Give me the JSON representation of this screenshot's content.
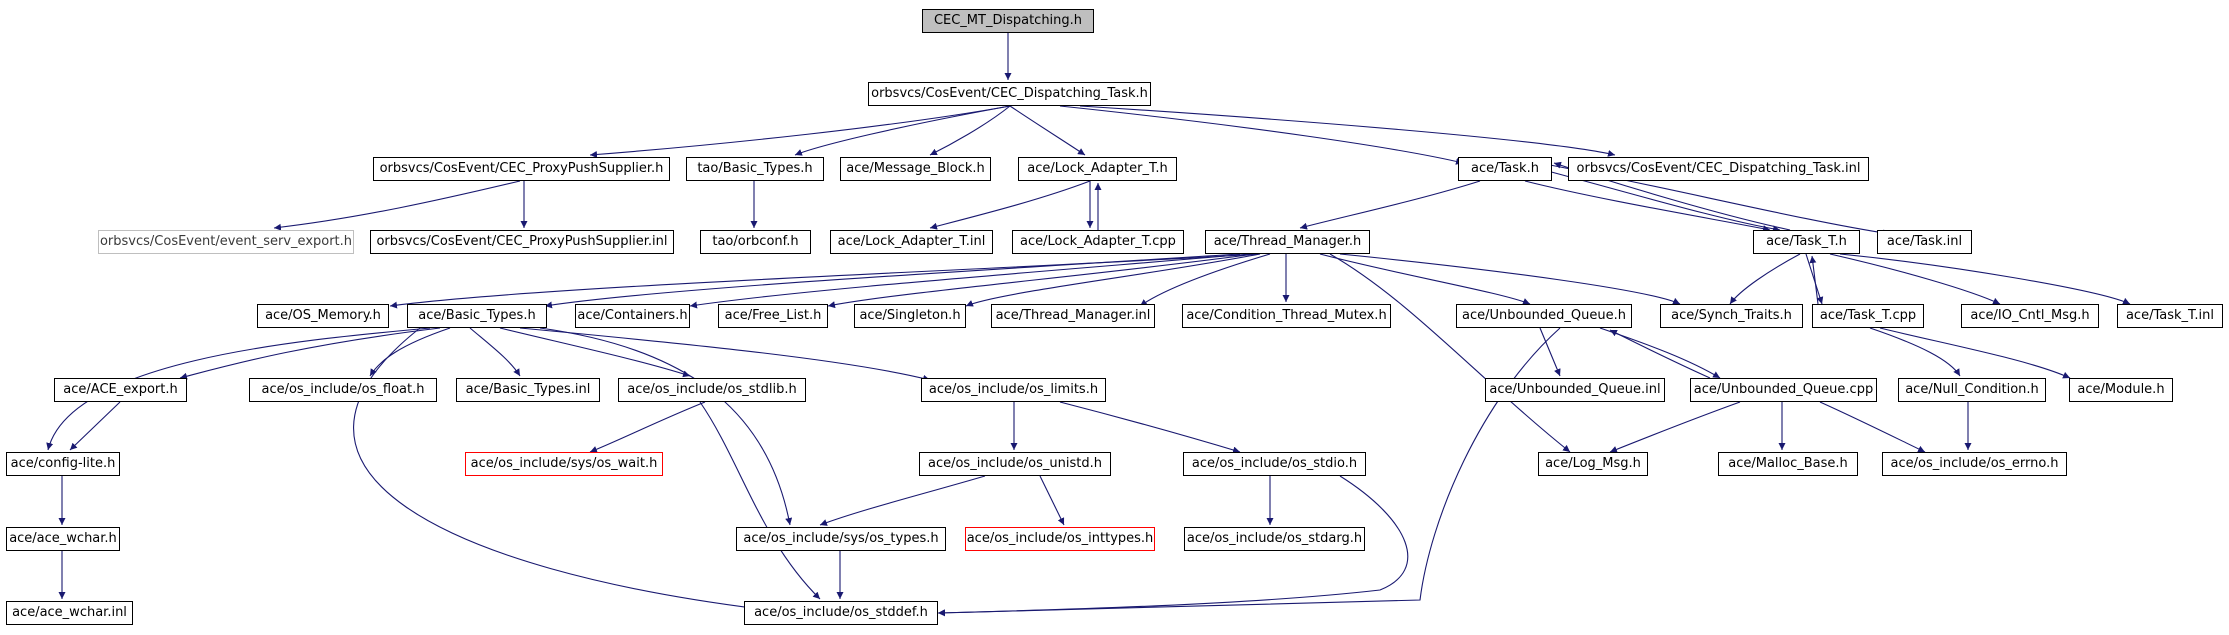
{
  "colors": {
    "edge": "#191970",
    "root_fill": "#bfbfbf",
    "node_border": "#000000",
    "truncated_border": "#ff0000",
    "external_border": "#bfbfbf"
  },
  "nodes": {
    "root": "CEC_MT_Dispatching.h",
    "dispatching_task_h": "orbsvcs/CosEvent/CEC_Dispatching_Task.h",
    "proxy_push_supplier_h": "orbsvcs/CosEvent/CEC_ProxyPushSupplier.h",
    "tao_basic_types_h": "tao/Basic_Types.h",
    "message_block_h": "ace/Message_Block.h",
    "lock_adapter_t_h": "ace/Lock_Adapter_T.h",
    "task_h": "ace/Task.h",
    "dispatching_task_inl": "orbsvcs/CosEvent/CEC_Dispatching_Task.inl",
    "event_serv_export_h": "orbsvcs/CosEvent/event_serv_export.h",
    "proxy_push_supplier_inl": "orbsvcs/CosEvent/CEC_ProxyPushSupplier.inl",
    "orbconf_h": "tao/orbconf.h",
    "lock_adapter_t_inl": "ace/Lock_Adapter_T.inl",
    "lock_adapter_t_cpp": "ace/Lock_Adapter_T.cpp",
    "thread_manager_h": "ace/Thread_Manager.h",
    "task_t_h": "ace/Task_T.h",
    "task_inl": "ace/Task.inl",
    "os_memory_h": "ace/OS_Memory.h",
    "ace_basic_types_h": "ace/Basic_Types.h",
    "containers_h": "ace/Containers.h",
    "free_list_h": "ace/Free_List.h",
    "singleton_h": "ace/Singleton.h",
    "thread_manager_inl": "ace/Thread_Manager.inl",
    "condition_thread_mutex_h": "ace/Condition_Thread_Mutex.h",
    "unbounded_queue_h": "ace/Unbounded_Queue.h",
    "synch_traits_h": "ace/Synch_Traits.h",
    "task_t_cpp": "ace/Task_T.cpp",
    "io_cntl_msg_h": "ace/IO_Cntl_Msg.h",
    "task_t_inl": "ace/Task_T.inl",
    "ace_export_h": "ace/ACE_export.h",
    "os_float_h": "ace/os_include/os_float.h",
    "basic_types_inl": "ace/Basic_Types.inl",
    "os_stdlib_h": "ace/os_include/os_stdlib.h",
    "os_limits_h": "ace/os_include/os_limits.h",
    "unbounded_queue_inl": "ace/Unbounded_Queue.inl",
    "unbounded_queue_cpp": "ace/Unbounded_Queue.cpp",
    "null_condition_h": "ace/Null_Condition.h",
    "module_h": "ace/Module.h",
    "config_lite_h": "ace/config-lite.h",
    "os_wait_h": "ace/os_include/sys/os_wait.h",
    "os_unistd_h": "ace/os_include/os_unistd.h",
    "os_stdio_h": "ace/os_include/os_stdio.h",
    "log_msg_h": "ace/Log_Msg.h",
    "malloc_base_h": "ace/Malloc_Base.h",
    "os_errno_h": "ace/os_include/os_errno.h",
    "ace_wchar_h": "ace/ace_wchar.h",
    "os_types_h": "ace/os_include/sys/os_types.h",
    "os_inttypes_h": "ace/os_include/os_inttypes.h",
    "os_stdarg_h": "ace/os_include/os_stdarg.h",
    "ace_wchar_inl": "ace/ace_wchar.inl",
    "os_stddef_h": "ace/os_include/os_stddef.h"
  }
}
